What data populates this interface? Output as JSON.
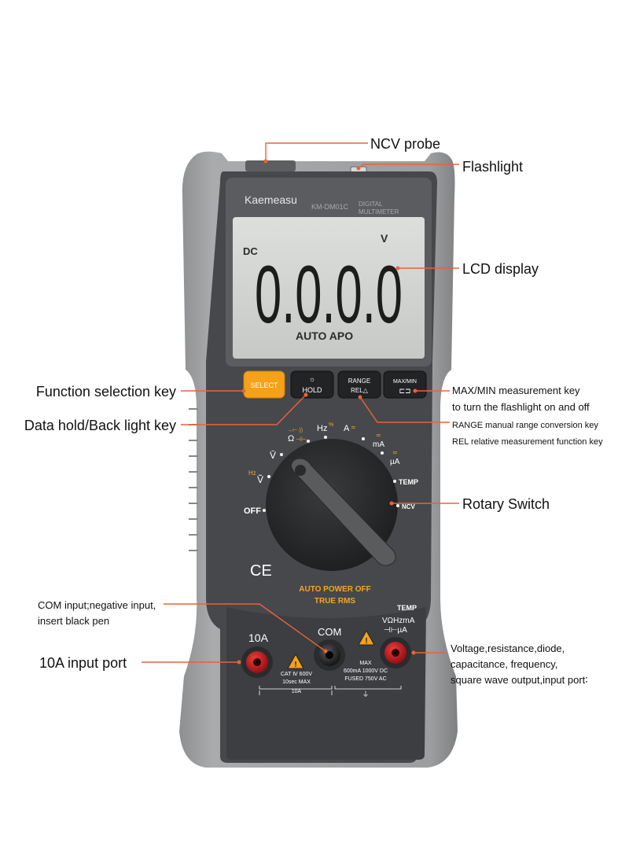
{
  "device": {
    "brand": "Kaemeasu",
    "model": "KM-DM01C",
    "type_line1": "DIGITAL",
    "type_line2": "MULTIMETER",
    "lcd": {
      "mode": "DC",
      "unit": "V",
      "reading": "0.0.0.0",
      "status": "AUTO APO"
    },
    "buttons": {
      "select": "SELECT",
      "hold": "HOLD",
      "range": "RANGE",
      "rel": "REL△",
      "maxmin": "MAX/MIN"
    },
    "dial": {
      "off": "OFF",
      "hz": "Hz",
      "a": "A",
      "ma": "mA",
      "ua": "µA",
      "temp": "TEMP",
      "ncv": "NCV",
      "omega": "Ω",
      "v_dc": "V̄",
      "v_ac": "Ṽ",
      "hz_small": "Hz"
    },
    "ce": "CE",
    "footer1": "AUTO POWER OFF",
    "footer2": "TRUE RMS",
    "ports": {
      "p10a": "10A",
      "com": "COM",
      "temp": "TEMP",
      "func1": "VΩHzmA",
      "func2": "⊣⊢µA",
      "cat1": "CAT Ⅳ 600V",
      "cat2": "10sec MAX",
      "cat3": "10A",
      "max1": "MAX",
      "max2": "600mA 1000V DC",
      "max3": "FUSED  750V AC"
    }
  },
  "callouts": {
    "ncv_probe": "NCV probe",
    "flashlight": "Flashlight",
    "lcd_display": "LCD display",
    "function_selection": "Function selection key",
    "data_hold": "Data hold/Back light key",
    "maxmin_line1": "MAX/MIN measurement key",
    "maxmin_line2": "to turn the flashlight on and off",
    "range_key": "RANGE manual range conversion key",
    "rel_key": "REL relative measurement function key",
    "rotary_switch": "Rotary Switch",
    "com_line1": "COM input;negative input,",
    "com_line2": "insert black pen",
    "input_10a": "10A input port",
    "volt_line1": "Voltage,resistance,diode,",
    "volt_line2": "capacitance, frequency,",
    "volt_line3": "square wave output,input port∶"
  },
  "colors": {
    "callout_line": "#e8633a",
    "shell": "#9a9c9e",
    "body": "#45474a",
    "lcd": "#d3d6d2",
    "select_button": "#f5a11a",
    "label_orange": "#f5a623",
    "port_red": "#c8171d"
  }
}
